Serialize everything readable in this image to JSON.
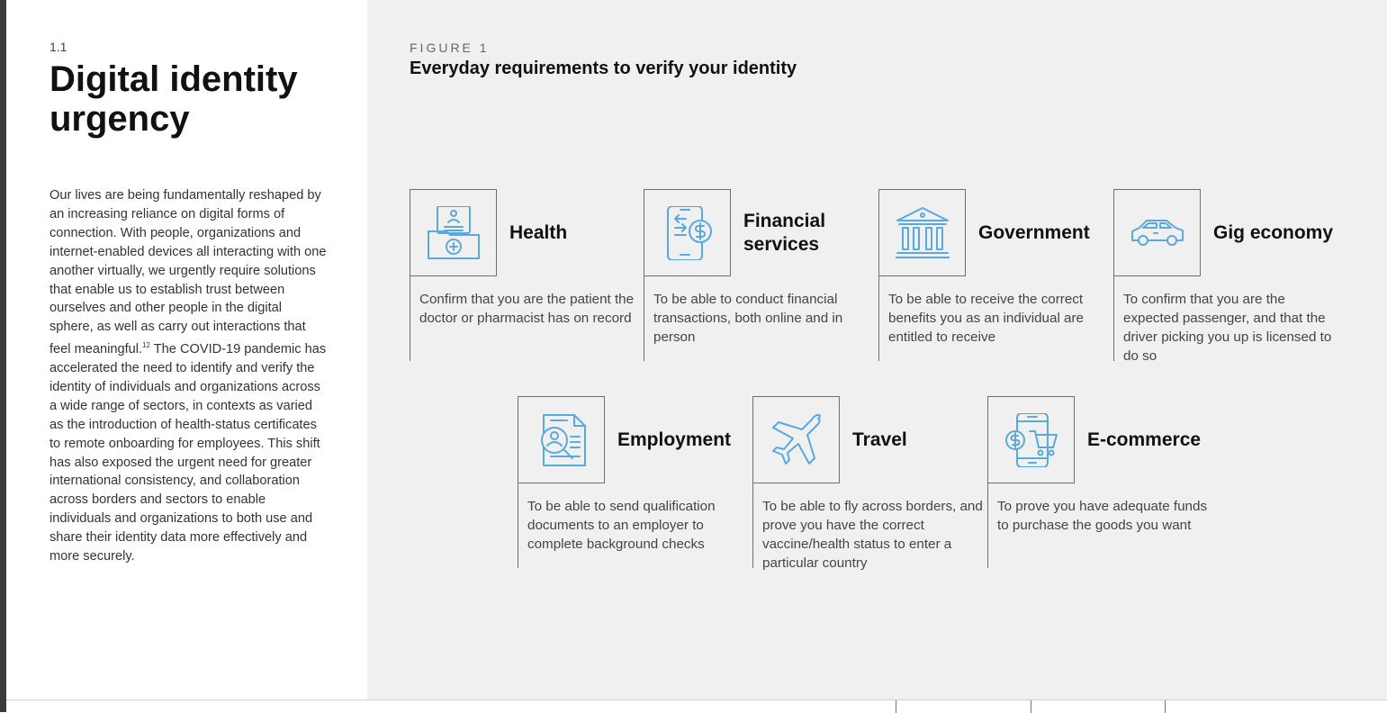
{
  "section": {
    "number": "1.1",
    "title": "Digital identity urgency",
    "body_before_ref": "Our lives are being fundamentally reshaped by an increasing reliance on digital forms of connection. With people, organizations and internet-enabled devices all interacting with one another virtually, we urgently require solutions that enable us to establish trust between ourselves and other people in the digital sphere, as well as carry out interactions that feel meaningful.",
    "ref": "12",
    "body_after_ref": " The COVID-19 pandemic has accelerated the need to identify and verify the identity of individuals and organizations across a wide range of sectors, in contexts as varied as the introduction of health-status certificates to remote onboarding for employees. This shift has also exposed the urgent need for greater international consistency, and collaboration across borders and sectors to enable individuals and organizations to both use and share their identity data more effectively and more securely."
  },
  "figure": {
    "label": "FIGURE 1",
    "title": "Everyday requirements to verify your identity",
    "cards": [
      {
        "title": "Health",
        "icon": "health-folder-icon",
        "description": "Confirm that you are the patient the doctor or pharmacist has on record"
      },
      {
        "title": "Financial services",
        "icon": "phone-money-icon",
        "description": "To be able to conduct financial transactions, both online and in person"
      },
      {
        "title": "Government",
        "icon": "government-building-icon",
        "description": "To be able to receive the correct benefits you as an individual are entitled to receive"
      },
      {
        "title": "Gig economy",
        "icon": "car-icon",
        "description": "To confirm that you are the expected passenger, and that the driver picking you up is licensed to do so"
      },
      {
        "title": "Employment",
        "icon": "document-search-icon",
        "description": "To be able to send qualification documents to an employer to complete background checks"
      },
      {
        "title": "Travel",
        "icon": "airplane-icon",
        "description": "To be able to fly across borders, and prove you have the correct vaccine/health status to enter a particular country"
      },
      {
        "title": "E-commerce",
        "icon": "phone-cart-icon",
        "description": "To prove you have adequate funds to purchase the goods you want"
      }
    ]
  },
  "colors": {
    "icon_stroke": "#5aa9dd",
    "panel_background": "#f0f0f0",
    "border": "#6f6f6f"
  }
}
